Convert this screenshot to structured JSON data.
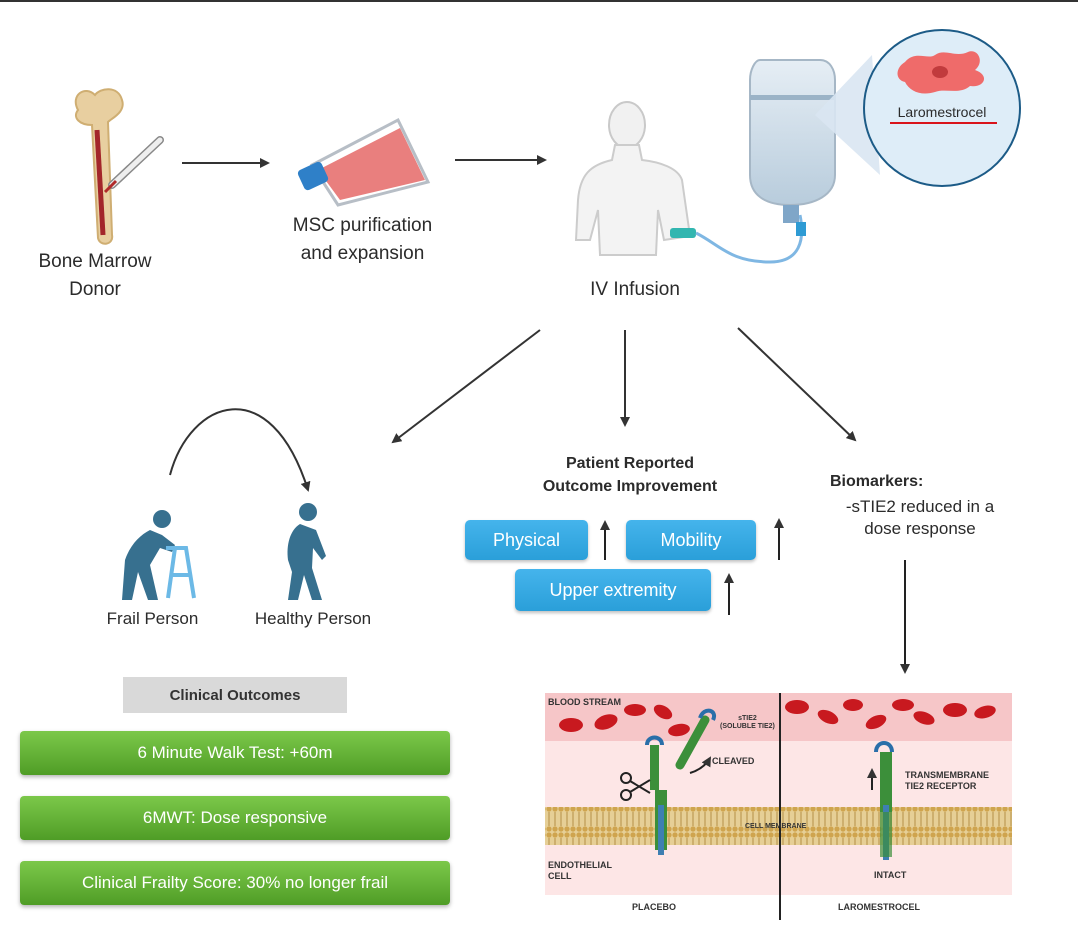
{
  "steps": {
    "donor": "Bone Marrow\nDonor",
    "msc": "MSC purification\nand expansion",
    "infusion": "IV Infusion",
    "product": "Laromestrocel"
  },
  "frailty": {
    "frail": "Frail Person",
    "healthy": "Healthy Person"
  },
  "pro": {
    "title": "Patient Reported\nOutcome Improvement",
    "physical": "Physical",
    "mobility": "Mobility",
    "upper": "Upper extremity"
  },
  "biomarkers": {
    "title": "Biomarkers:",
    "text": "-sTIE2 reduced in a\ndose response"
  },
  "clinical": {
    "title": "Clinical Outcomes",
    "items": [
      "6 Minute Walk Test: +60m",
      "6MWT: Dose responsive",
      "Clinical Frailty Score: 30% no longer frail"
    ]
  },
  "membrane": {
    "blood_stream": "BLOOD STREAM",
    "stie2": "sTIE2\n(SOLUBLE TIE2)",
    "cleaved": "CLEAVED",
    "transmembrane": "TRANSMEMBRANE\nTIE2 RECEPTOR",
    "cell_membrane": "CELL MEMBRANE",
    "endothelial": "ENDOTHELIAL\nCELL",
    "intact": "INTACT",
    "placebo": "PLACEBO",
    "laromestrocel": "LAROMESTROCEL"
  },
  "colors": {
    "accent_blue": "#2a9fd9",
    "green": "#5aa82e",
    "blood_red": "#c8191f",
    "membrane_tan": "#d7b46a"
  }
}
